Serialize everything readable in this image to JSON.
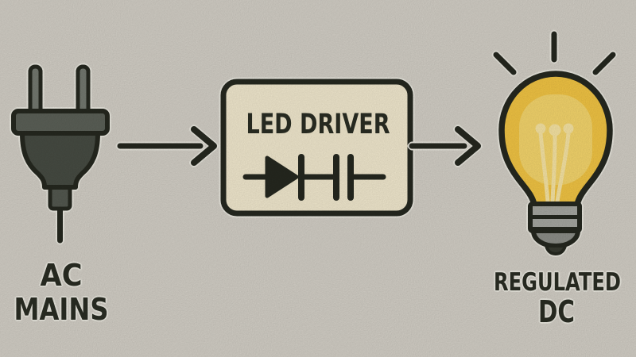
{
  "diagram": {
    "source": {
      "icon": "ac-plug-icon",
      "label_line1": "AC",
      "label_line2": "MAINS"
    },
    "processor": {
      "icon": "diode-capacitor-symbol-icon",
      "label": "LED DRIVER"
    },
    "output": {
      "icon": "light-bulb-icon",
      "label_line1": "REGULATED",
      "label_line2": "DC"
    },
    "connectors": [
      {
        "icon": "arrow-right-icon"
      },
      {
        "icon": "arrow-right-icon"
      }
    ]
  },
  "colors": {
    "bg": "#d7d3ca",
    "halo": "#eeece3",
    "outline": "#262920",
    "text": "#2b2e24",
    "box_fill": "#f6edd2",
    "plug_prong": "#767b72",
    "plug_cap": "#5d6259",
    "plug_body": "#484d44",
    "plug_neck": "#555a51",
    "bulb_glass": "#f6c845",
    "bulb_glow": "#f9d96e",
    "bulb_filament": "#fbe8a6",
    "base_light": "#a9aaa4",
    "base_mid": "#8f918b",
    "contact": "#383b31"
  }
}
